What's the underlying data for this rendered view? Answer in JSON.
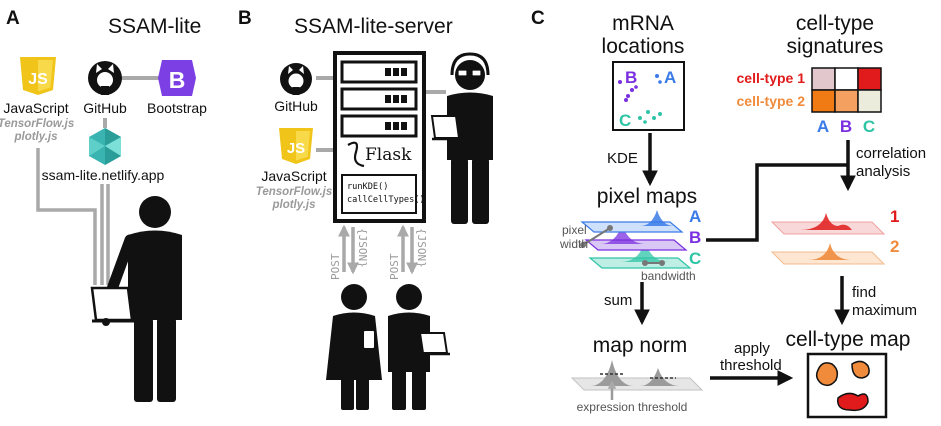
{
  "panels": {
    "a": {
      "letter": "A",
      "title": "SSAM-lite",
      "javascript": "JavaScript",
      "tensorflow": "TensorFlow.js",
      "plotly": "plotly.js",
      "github": "GitHub",
      "bootstrap": "Bootstrap",
      "bootstrap_glyph": "B",
      "js_glyph": "JS",
      "netlify": "ssam-lite.netlify.app"
    },
    "b": {
      "letter": "B",
      "title": "SSAM-lite-server",
      "github": "GitHub",
      "javascript": "JavaScript",
      "tensorflow": "TensorFlow.js",
      "plotly": "plotly.js",
      "js_glyph": "JS",
      "flask": "Flask",
      "code_line1": "runKDE()",
      "code_line2": "callCellTypes()",
      "post1": "POST",
      "json1": "{JSON}",
      "post2": "POST",
      "json2": "{JSON}"
    },
    "c": {
      "letter": "C",
      "mrna_title1": "mRNA",
      "mrna_title2": "locations",
      "sig_title1": "cell-",
      "sig_title2": "type",
      "sig_title3": "signatures",
      "celltype1": "cell-type 1",
      "celltype2": "cell-type 2",
      "gene_a": "A",
      "gene_b": "B",
      "gene_c": "C",
      "kde": "KDE",
      "pixel_maps": "pixel maps",
      "pixel_width1": "pixel",
      "pixel_width2": "width",
      "bandwidth": "bandwidth",
      "layer_a": "A",
      "layer_b": "B",
      "layer_c": "C",
      "correlation1": "correlation",
      "correlation2": "analysis",
      "ct_num1": "1",
      "ct_num2": "2",
      "sum": "sum",
      "find1": "find",
      "find2": "maximum",
      "map_norm": "map norm",
      "apply1": "apply",
      "apply2": "threshold",
      "cell_type_map": "cell-type map",
      "expression_threshold": "expression threshold"
    }
  },
  "colors": {
    "gene_a": "#3a7be8",
    "gene_b": "#7b2fe0",
    "gene_c": "#2ec4a6",
    "celltype1": "#e11b1b",
    "celltype2": "#f08b3c",
    "connector_gray": "#a9a9a9",
    "js_yellow": "#f0c419",
    "bootstrap_purple": "#7b3fe4"
  },
  "signature_matrix": [
    [
      "#e2c8cc",
      "#ffffff",
      "#e11b1b"
    ],
    [
      "#f07a14",
      "#f4a060",
      "#ececdc"
    ]
  ]
}
